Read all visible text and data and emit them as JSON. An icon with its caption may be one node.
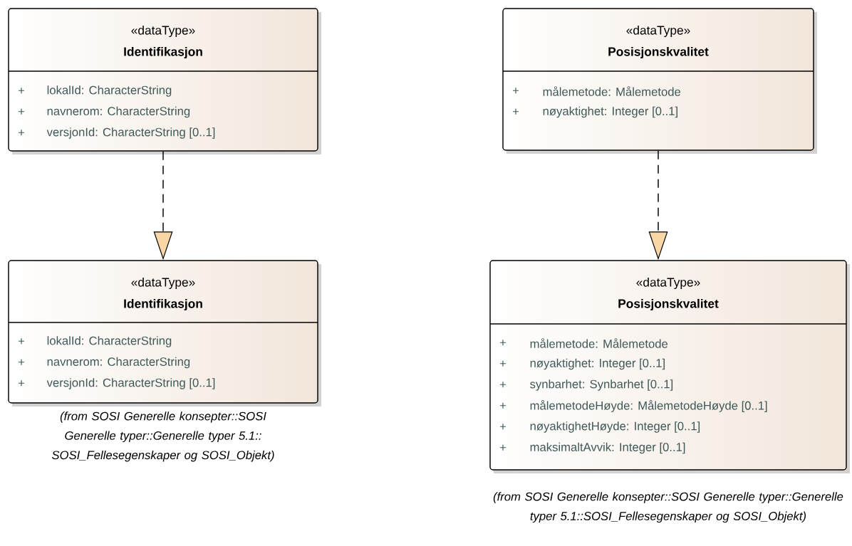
{
  "diagram": {
    "nodes": [
      {
        "text": [
          "«dataType»",
          "Identifikasjon",
          "+",
          "lokalId: CharacterString",
          "+",
          "navnerom: CharacterString",
          "+",
          "versjonId: CharacterString [0..1]"
        ]
      },
      {
        "text": [
          "«dataType»",
          "Identifikasjon",
          "+",
          "lokalId: CharacterString",
          "+",
          "navnerom: CharacterString",
          "+",
          "versjonId: CharacterString [0..1]"
        ],
        "beside": [
          "(from SOSI Generelle konsepter::SOSI Generelle typer::Generelle typer 5.1:: SOSI_Fellesegenskaper og SOSI_Objekt)"
        ]
      },
      {
        "text": [
          "«dataType»",
          "Posisjonskvalitet",
          "+",
          "målemetode: Målemetode",
          "+",
          "nøyaktighet: Integer [0..1]"
        ]
      },
      {
        "text": [
          "«dataType»",
          "Posisjonskvalitet",
          "+",
          "målemetode: Målemetode",
          "+",
          "nøyaktighet: Integer [0..1]",
          "+",
          "synbarhet: Synbarhet [0..1]",
          "+",
          "målemetodeHøyde: MålemetodeHøyde [0..1]",
          "+",
          "nøyaktighetHøyde: Integer [0..1]",
          "+",
          "maksimaltAvvik: Integer [0..1]"
        ],
        "beside": [
          "(from SOSI Generelle konsepter::SOSI Generelle typer::Generelle typer 5.1::SOSI_Fellesegenskaper og SOSI_Objekt)"
        ]
      }
    ],
    "edges": [
      {
        "from": 0,
        "to": 1,
        "arrow": "to",
        "style": "dashed"
      },
      {
        "from": 2,
        "to": 3,
        "arrow": "to",
        "style": "dashed"
      }
    ]
  }
}
